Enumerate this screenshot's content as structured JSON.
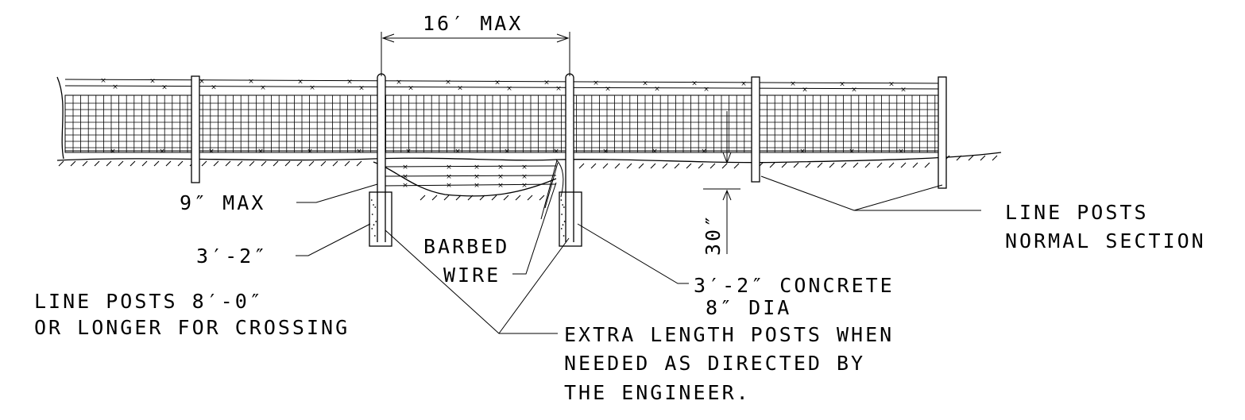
{
  "labels": {
    "span": "16′ MAX",
    "clearance": "9″ MAX",
    "footing_left": "3′-2″",
    "barbed_1": "BARBED",
    "barbed_2": "WIRE",
    "depth": "30″",
    "line_posts_normal_1": "LINE POSTS",
    "line_posts_normal_2": "NORMAL SECTION",
    "concrete_1": "3′-2″ CONCRETE",
    "concrete_2": "8″ DIA",
    "crossing_1": "LINE POSTS 8′-0″",
    "crossing_2": "OR LONGER FOR CROSSING",
    "extra_1": "EXTRA LENGTH POSTS WHEN",
    "extra_2": "NEEDED AS DIRECTED BY",
    "extra_3": "THE ENGINEER."
  }
}
